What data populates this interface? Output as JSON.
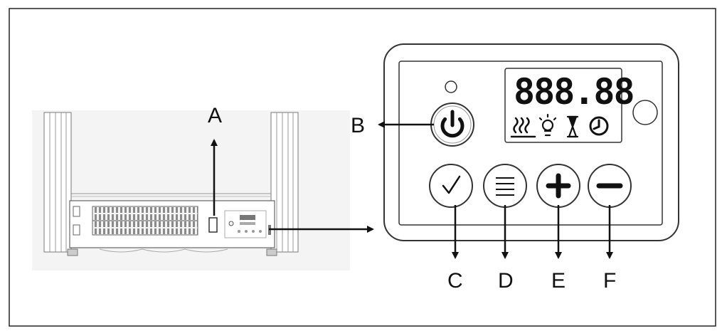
{
  "labels": {
    "a": "A",
    "b": "B",
    "c": "C",
    "d": "D",
    "e": "E",
    "f": "F"
  },
  "display": {
    "readout": "888.88"
  },
  "icons": {
    "power": "power-icon",
    "heat": "heat-icon",
    "light": "light-bulb-icon",
    "timer": "hourglass-icon",
    "clock": "clock-icon",
    "check": "checkmark-icon",
    "menu": "menu-icon",
    "plus": "plus-icon",
    "minus": "minus-icon"
  }
}
